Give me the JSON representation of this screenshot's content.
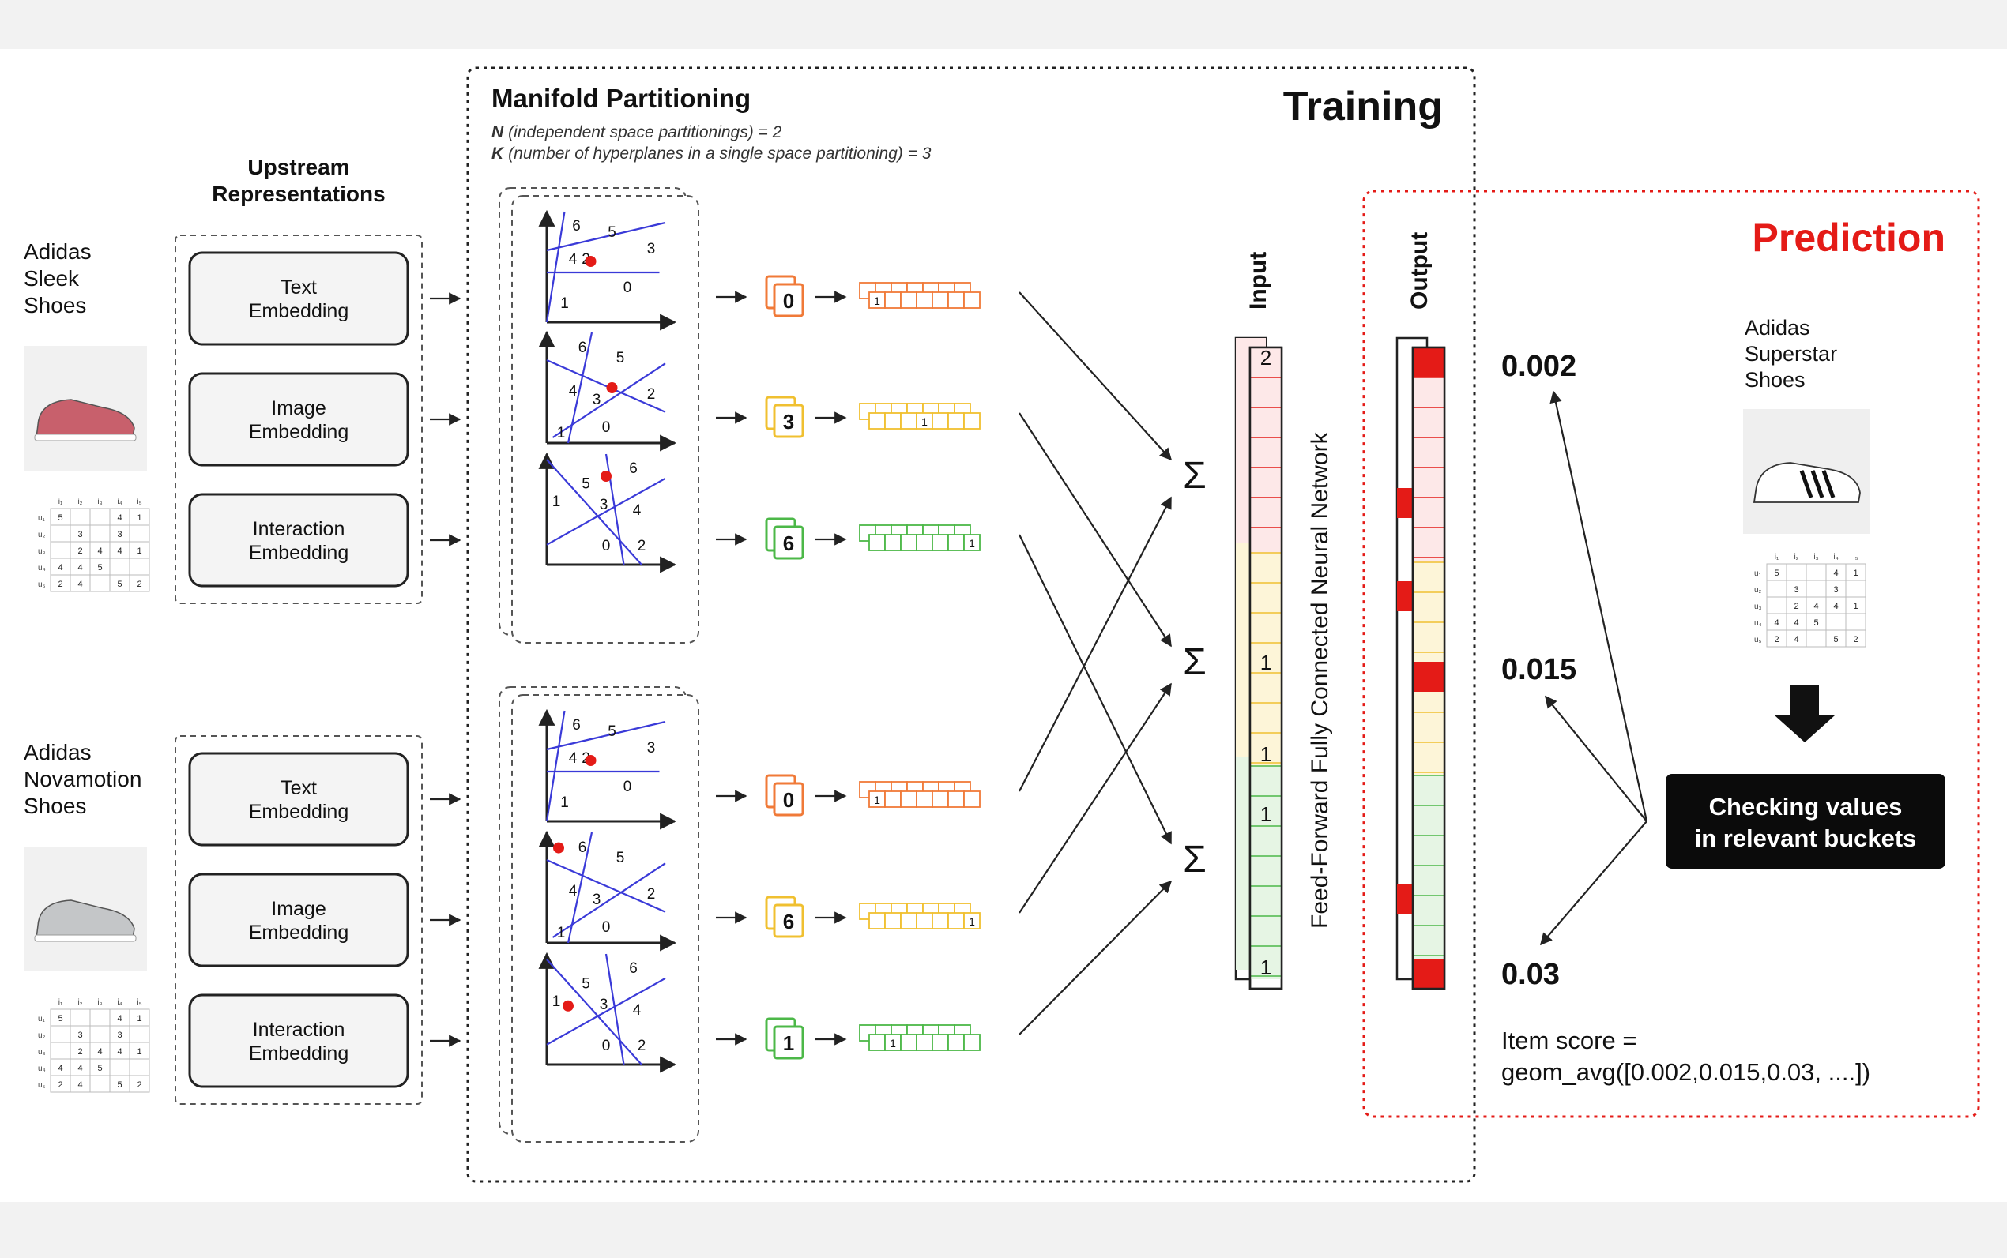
{
  "products": [
    {
      "name_lines": [
        "Adidas",
        "Sleek",
        "Shoes"
      ],
      "shoe_color": "#c8606c"
    },
    {
      "name_lines": [
        "Adidas",
        "Novamotion",
        "Shoes"
      ],
      "shoe_color": "#c4c6c8"
    }
  ],
  "upstream": {
    "title_lines": [
      "Upstream",
      "Representations"
    ],
    "embeddings": [
      [
        "Text",
        "Embedding"
      ],
      [
        "Image",
        "Embedding"
      ],
      [
        "Interaction",
        "Embedding"
      ]
    ]
  },
  "interaction_matrix": {
    "col_headers": [
      "i₁",
      "i₂",
      "i₃",
      "i₄",
      "i₅"
    ],
    "row_headers": [
      "u₁",
      "u₂",
      "u₃",
      "u₄",
      "u₅"
    ],
    "rows": [
      [
        "5",
        "",
        "",
        "4",
        "1"
      ],
      [
        "",
        "3",
        "",
        "3",
        ""
      ],
      [
        "",
        "2",
        "4",
        "4",
        "1"
      ],
      [
        "4",
        "4",
        "5",
        "",
        ""
      ],
      [
        "2",
        "4",
        "",
        "5",
        "2"
      ]
    ]
  },
  "manifold": {
    "title": "Manifold Partitioning",
    "note_n_bold": "N",
    "note_n": "(independent space partitionings) = 2",
    "note_k_bold": "K",
    "note_k": "(number of hyperplanes in a single space partitioning) = 3"
  },
  "training_label": "Training",
  "prediction_label": "Prediction",
  "partition_groups": [
    {
      "plots": [
        {
          "region_labels": [
            "6",
            "5",
            "4",
            "2",
            "3",
            "1",
            "0"
          ],
          "bucket": "0",
          "one_hot_text": "1",
          "color": "#f07a38"
        },
        {
          "region_labels": [
            "6",
            "5",
            "4",
            "3",
            "2",
            "1",
            "0"
          ],
          "bucket": "3",
          "one_hot_text": "1",
          "color": "#f0c030"
        },
        {
          "region_labels": [
            "5",
            "6",
            "1",
            "3",
            "4",
            "0",
            "2"
          ],
          "bucket": "6",
          "one_hot_text": "1",
          "color": "#4cb848"
        }
      ]
    },
    {
      "plots": [
        {
          "region_labels": [
            "6",
            "5",
            "4",
            "2",
            "3",
            "1",
            "0"
          ],
          "bucket": "0",
          "one_hot_text": "1",
          "color": "#f07a38"
        },
        {
          "region_labels": [
            "6",
            "5",
            "4",
            "3",
            "2",
            "1",
            "0"
          ],
          "bucket": "6",
          "one_hot_text": "1",
          "color": "#f0c030"
        },
        {
          "region_labels": [
            "5",
            "6",
            "1",
            "3",
            "4",
            "0",
            "2"
          ],
          "bucket": "1",
          "one_hot_text": "1",
          "color": "#4cb848"
        }
      ]
    }
  ],
  "sum_symbol": "Σ",
  "input_label": "Input",
  "input_values": [
    "2",
    "1",
    "1",
    "1",
    "1"
  ],
  "output_label": "Output",
  "network_label": "Feed-Forward Fully Connected Neural Network",
  "scores": [
    "0.002",
    "0.015",
    "0.03"
  ],
  "prediction_product": {
    "name_lines": [
      "Adidas",
      "Superstar",
      "Shoes"
    ]
  },
  "checking_lines": [
    "Checking values",
    "in relevant buckets"
  ],
  "item_score_lines": [
    "Item score =",
    "geom_avg([0.002,0.015,0.03, ....])"
  ],
  "colors": {
    "orange": "#f07a38",
    "yellow": "#f0c030",
    "green": "#4cb848",
    "red": "#e41b17",
    "hyperplane": "#3a3ad8"
  }
}
